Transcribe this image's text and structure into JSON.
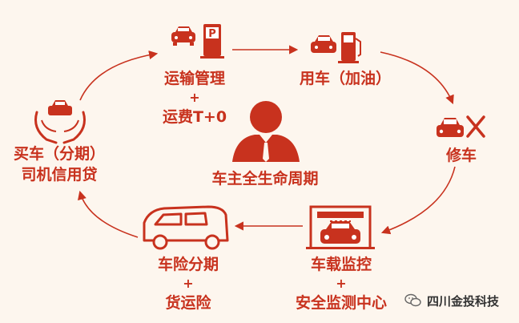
{
  "nodes": {
    "transport": {
      "line1": "运输管理",
      "plus": "+",
      "line2": "运费T+0"
    },
    "use": {
      "label": "用车（加油）"
    },
    "repair": {
      "label": "修车"
    },
    "monitor": {
      "line1": "车载监控",
      "plus": "+",
      "line2": "安全监测中心"
    },
    "insurance": {
      "line1": "车险分期",
      "plus": "+",
      "line2": "货运险"
    },
    "buy": {
      "line1": "买车（分期）",
      "line2": "司机信用贷"
    }
  },
  "center": {
    "title": "车主全生命周期"
  },
  "watermark": {
    "text": "四川金投科技"
  },
  "colors": {
    "accent": "#c8321e",
    "background": "#fdf6ee"
  },
  "icons": [
    "car-parking-icon",
    "car-fuel-icon",
    "car-wrench-icon",
    "car-wash-icon",
    "van-icon",
    "hands-car-icon",
    "person-icon",
    "wechat-icon"
  ]
}
